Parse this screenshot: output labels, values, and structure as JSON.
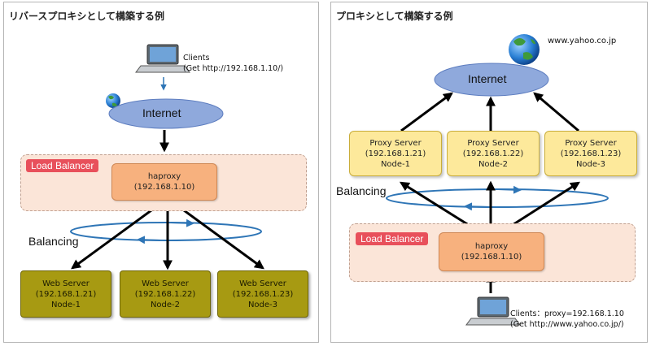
{
  "left": {
    "title": "リバースプロキシとして構築する例",
    "clients": {
      "line1": "Clients",
      "line2": "(Get http://192.168.1.10/)"
    },
    "internet": "Internet",
    "load_balancer": "Load Balancer",
    "haproxy": {
      "line1": "haproxy",
      "line2": "(192.168.1.10)"
    },
    "balancing": "Balancing",
    "servers": [
      {
        "name": "Web Server",
        "ip": "(192.168.1.21)",
        "node": "Node-1"
      },
      {
        "name": "Web Server",
        "ip": "(192.168.1.22)",
        "node": "Node-2"
      },
      {
        "name": "Web Server",
        "ip": "(192.168.1.23)",
        "node": "Node-3"
      }
    ]
  },
  "right": {
    "title": "プロキシとして構築する例",
    "site": "www.yahoo.co.jp",
    "internet": "Internet",
    "servers": [
      {
        "name": "Proxy Server",
        "ip": "(192.168.1.21)",
        "node": "Node-1"
      },
      {
        "name": "Proxy Server",
        "ip": "(192.168.1.22)",
        "node": "Node-2"
      },
      {
        "name": "Proxy Server",
        "ip": "(192.168.1.23)",
        "node": "Node-3"
      }
    ],
    "balancing": "Balancing",
    "load_balancer": "Load Balancer",
    "haproxy": {
      "line1": "haproxy",
      "line2": "(192.168.1.10)"
    },
    "clients": {
      "line1": "Clients：proxy=192.168.1.10",
      "line2": "(Get http://www.yahoo.co.jp/)"
    }
  },
  "colors": {
    "cloud": "#8fa9dc",
    "web_server": "#a79a12",
    "proxy_server": "#fde99b",
    "haproxy": "#f7b17e",
    "load_balancer_bg": "#fbe5d8",
    "load_balancer_tag": "#e8505b",
    "balancing_ring": "#2e75b6"
  }
}
